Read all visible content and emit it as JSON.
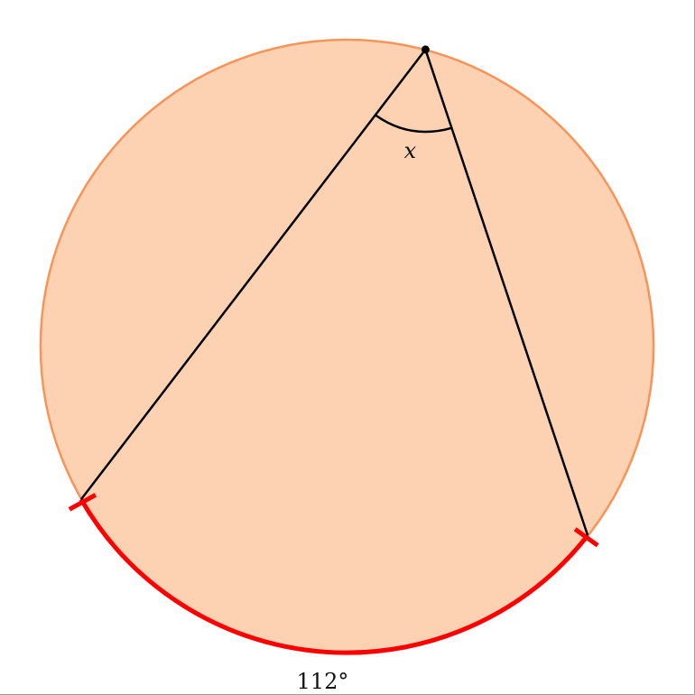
{
  "diagram": {
    "inscribed_angle_label": "x",
    "arc_label": "112°",
    "arc_measure_degrees": 112
  },
  "colors": {
    "circle_fill": "#fdd2b3",
    "circle_stroke": "#f6945a",
    "chord_stroke": "#000000",
    "arc_highlight": "#ff0000"
  }
}
